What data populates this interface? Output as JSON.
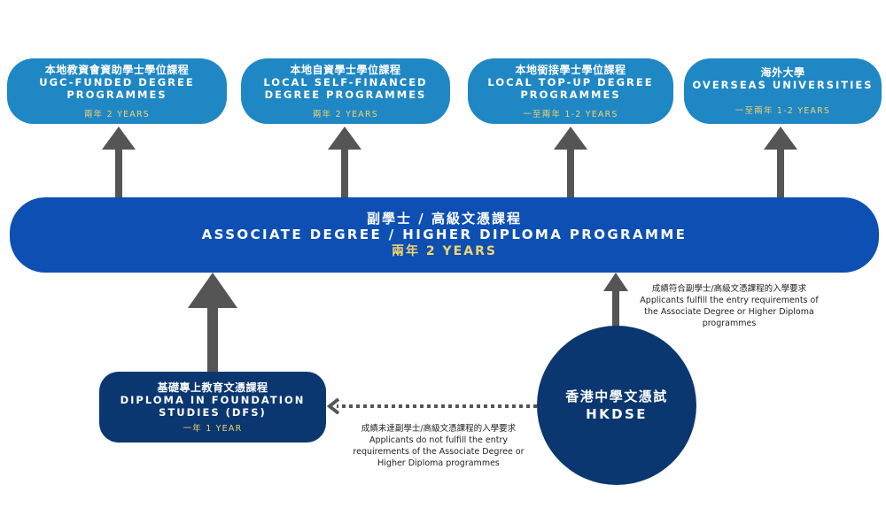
{
  "pathways": [
    {
      "cn": "本地教資會資助學士學位課程",
      "en": "UGC-FUNDED DEGREE PROGRAMMES",
      "years": "兩年 2 YEARS"
    },
    {
      "cn": "本地自資學士學位課程",
      "en": "LOCAL SELF-FINANCED DEGREE PROGRAMMES",
      "years": "兩年 2 YEARS"
    },
    {
      "cn": "本地銜接學士學位課程",
      "en": "LOCAL TOP-UP DEGREE PROGRAMMES",
      "years": "一至兩年 1-2 YEARS"
    },
    {
      "cn": "海外大學",
      "en": "OVERSEAS UNIVERSITIES",
      "years": "一至兩年 1-2 YEARS"
    }
  ],
  "associate": {
    "cn": "副學士 / 高級文憑課程",
    "en": "ASSOCIATE DEGREE / HIGHER DIPLOMA PROGRAMME",
    "years": "兩年 2 YEARS"
  },
  "foundation": {
    "cn": "基礎專上教育文憑課程",
    "en": "DIPLOMA IN FOUNDATION STUDIES (DFS)",
    "years": "一年 1 YEAR"
  },
  "hkdse": {
    "cn": "香港中學文憑試",
    "en": "HKDSE"
  },
  "notes": {
    "fulfill": {
      "cn": "成績符合副學士/高級文憑課程的入學要求",
      "en": "Applicants fulfill the entry requirements of the Associate Degree or Higher Diploma programmes"
    },
    "not_fulfill": {
      "cn": "成績未達副學士/高級文憑課程的入學要求",
      "en": "Applicants do not fulfill the entry requirements of the Associate Degree or Higher Diploma programmes"
    }
  },
  "colors": {
    "pathway_box": "#1f87c4",
    "associate_box": "#0d4fb3",
    "dark_box": "#0a3770",
    "years_text": "#f3d36b",
    "arrow": "#555555"
  }
}
